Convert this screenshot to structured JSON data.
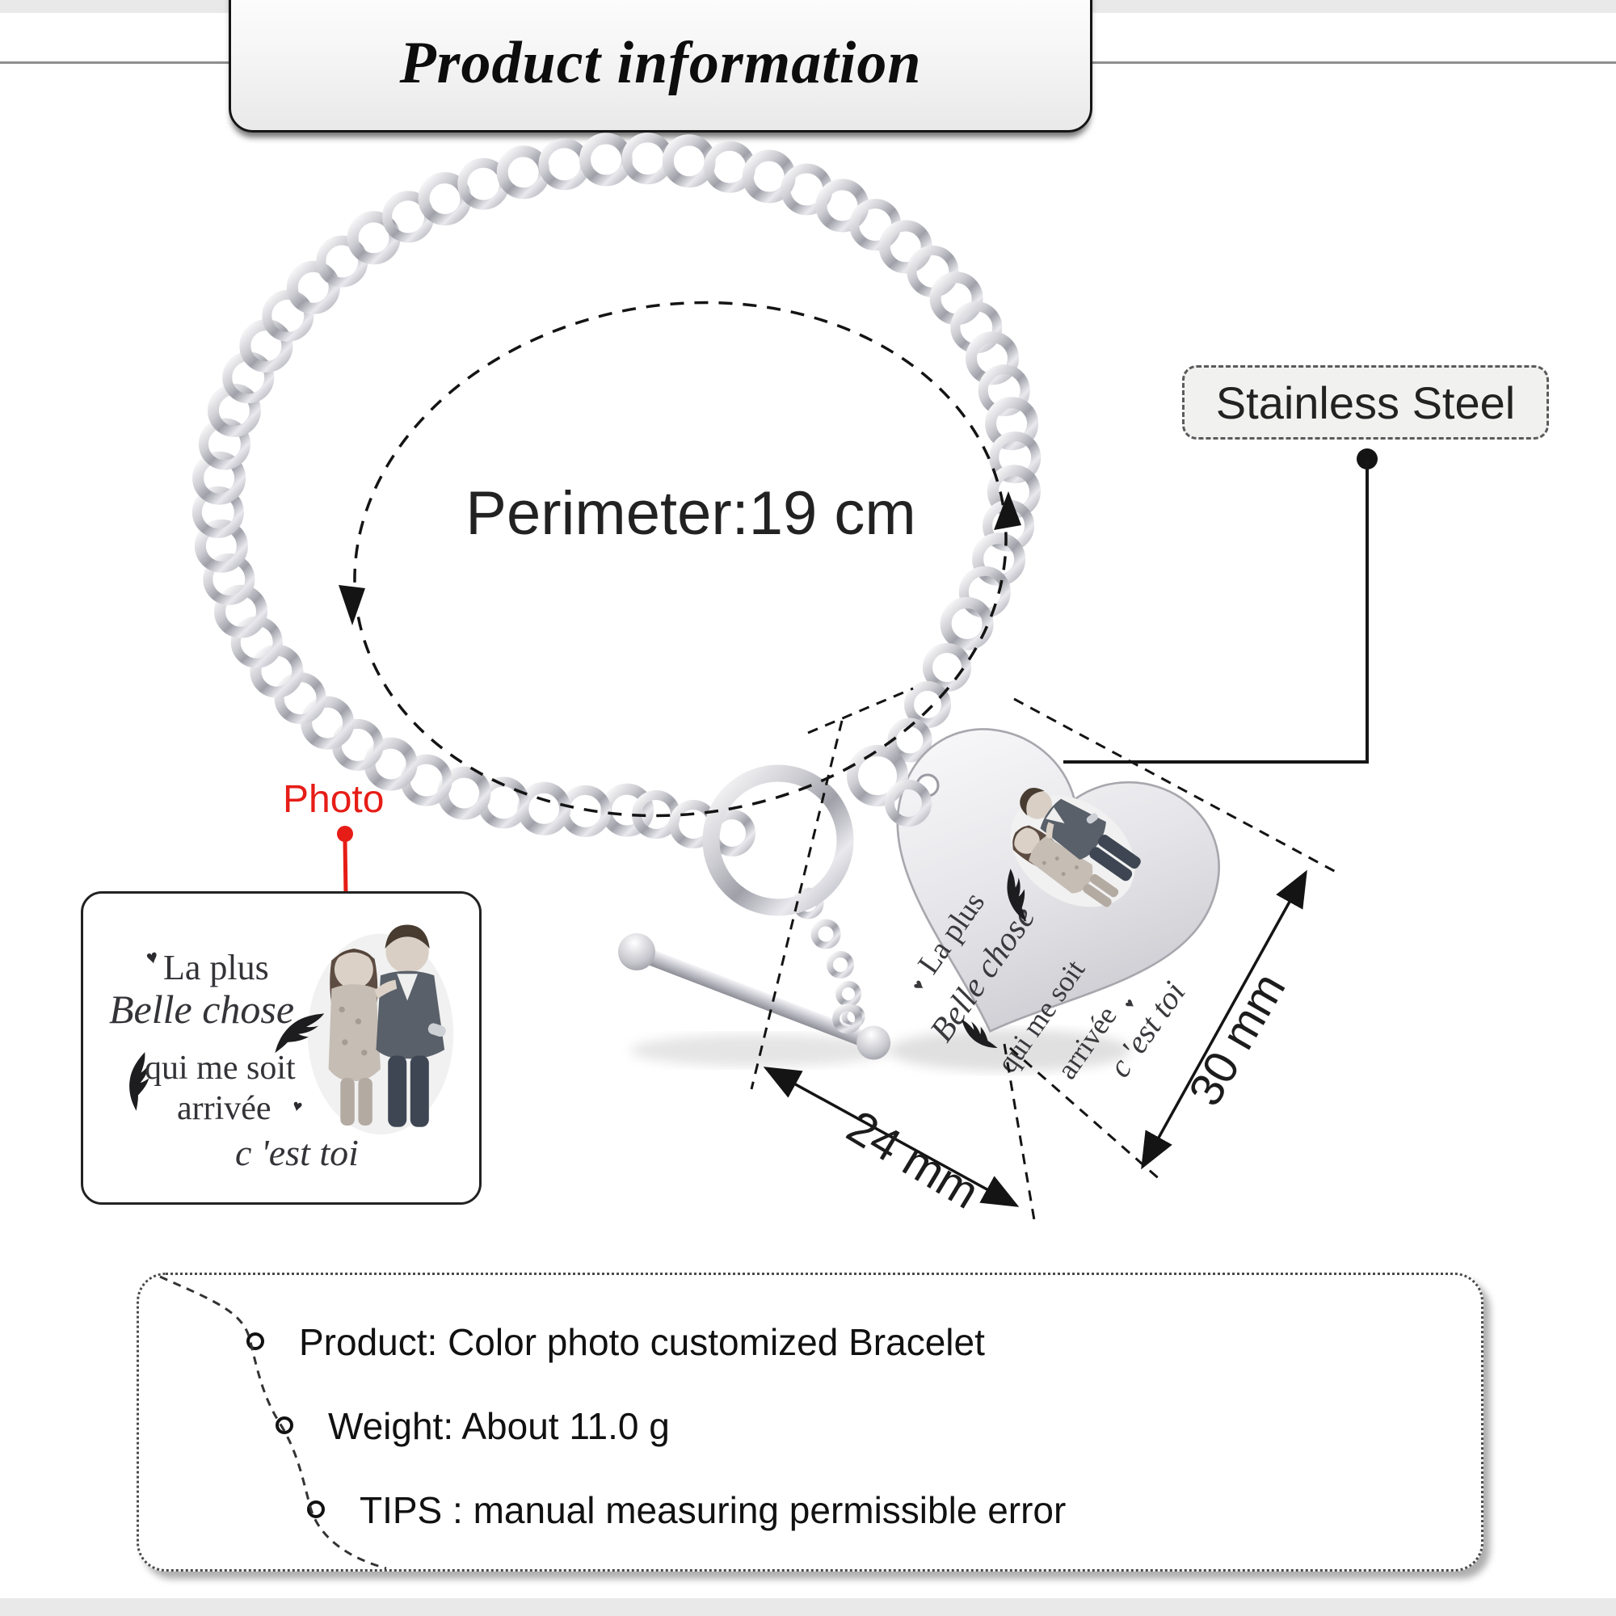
{
  "header": {
    "title": "Product information"
  },
  "labels": {
    "perimeter": "Perimeter:19 cm",
    "material": "Stainless Steel",
    "photo": "Photo",
    "width": "24 mm",
    "height": "30 mm"
  },
  "engraving": {
    "line1": "La plus",
    "line2": "Belle chose",
    "line3": "qui me soit",
    "line4": "arrivée",
    "line5": "c 'est toi"
  },
  "specs": {
    "items": [
      "Product: Color photo customized Bracelet",
      "Weight: About 11.0 g",
      "TIPS : manual measuring permissible error"
    ]
  },
  "colors": {
    "accent_red": "#e61d17",
    "metal_silver": "#c9c9cf",
    "annotation_black": "#141414"
  }
}
